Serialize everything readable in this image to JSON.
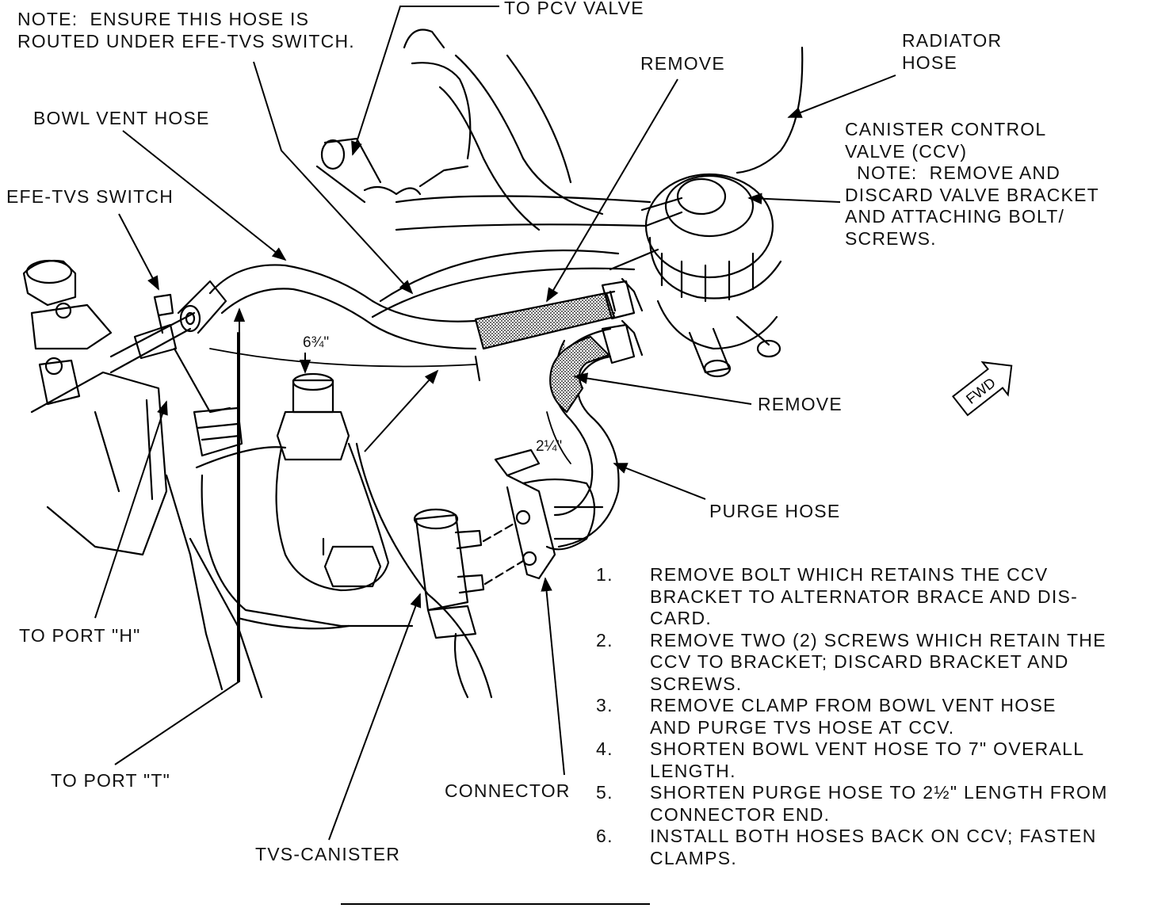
{
  "labels": {
    "note_hose": "NOTE:  ENSURE THIS HOSE IS\nROUTED UNDER EFE-TVS SWITCH.",
    "to_pcv": "TO PCV VALVE",
    "radiator_hose": "RADIATOR\nHOSE",
    "remove_top": "REMOVE",
    "bowl_vent": "BOWL VENT HOSE",
    "ccv": "CANISTER CONTROL\nVALVE (CCV)\n  NOTE:  REMOVE AND\nDISCARD VALVE BRACKET\nAND ATTACHING BOLT/\nSCREWS.",
    "efe_tvs": "EFE-TVS SWITCH",
    "dim_bowl": "6¾\"",
    "remove_mid": "REMOVE",
    "fwd": "FWD",
    "dim_purge": "2¼\"",
    "purge_hose": "PURGE HOSE",
    "port_h": "TO PORT \"H\"",
    "port_t": "TO PORT \"T\"",
    "connector": "CONNECTOR",
    "tvs_canister": "TVS-CANISTER"
  },
  "steps": [
    {
      "num": "1.",
      "text": "REMOVE BOLT WHICH RETAINS THE CCV\nBRACKET TO ALTERNATOR BRACE AND DIS-\nCARD."
    },
    {
      "num": "2.",
      "text": "REMOVE TWO (2) SCREWS WHICH RETAIN THE\nCCV TO BRACKET; DISCARD BRACKET AND\nSCREWS."
    },
    {
      "num": "3.",
      "text": "REMOVE CLAMP FROM BOWL VENT HOSE\nAND PURGE TVS HOSE AT CCV."
    },
    {
      "num": "4.",
      "text": "SHORTEN BOWL VENT HOSE TO 7\" OVERALL\nLENGTH."
    },
    {
      "num": "5.",
      "text": "SHORTEN PURGE HOSE TO 2½\" LENGTH FROM\nCONNECTOR END."
    },
    {
      "num": "6.",
      "text": "INSTALL BOTH HOSES BACK ON CCV; FASTEN\nCLAMPS."
    }
  ]
}
